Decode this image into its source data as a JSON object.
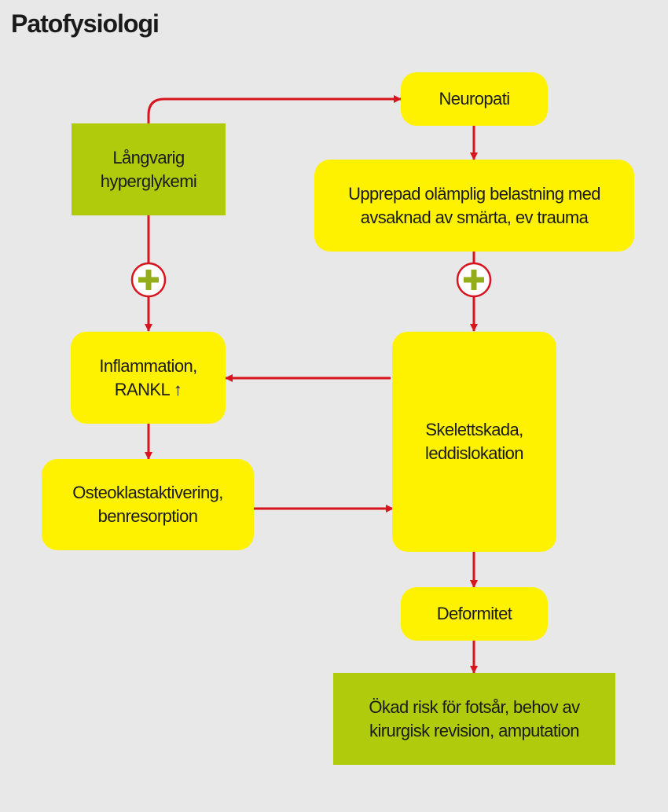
{
  "title": "Patofysiologi",
  "nodes": {
    "neuropati": "Neuropati",
    "hyperglykemi": "Långvarig hyperglykemi",
    "belastning": "Upprepad olämplig belastning med avsaknad av smärta, ev trauma",
    "inflammation": "Inflammation, RANKL ↑",
    "skelettskada": "Skelettskada, leddislokation",
    "osteoklast": "Osteoklastaktivering, benresorption",
    "deformitet": "Deformitet",
    "risk": "Ökad risk för fotsår, behov av kirurgisk revision, amputation"
  },
  "colors": {
    "background": "#e8e8e8",
    "yellow": "#fff200",
    "green": "#b0cb0b",
    "arrow": "#d8141e"
  }
}
